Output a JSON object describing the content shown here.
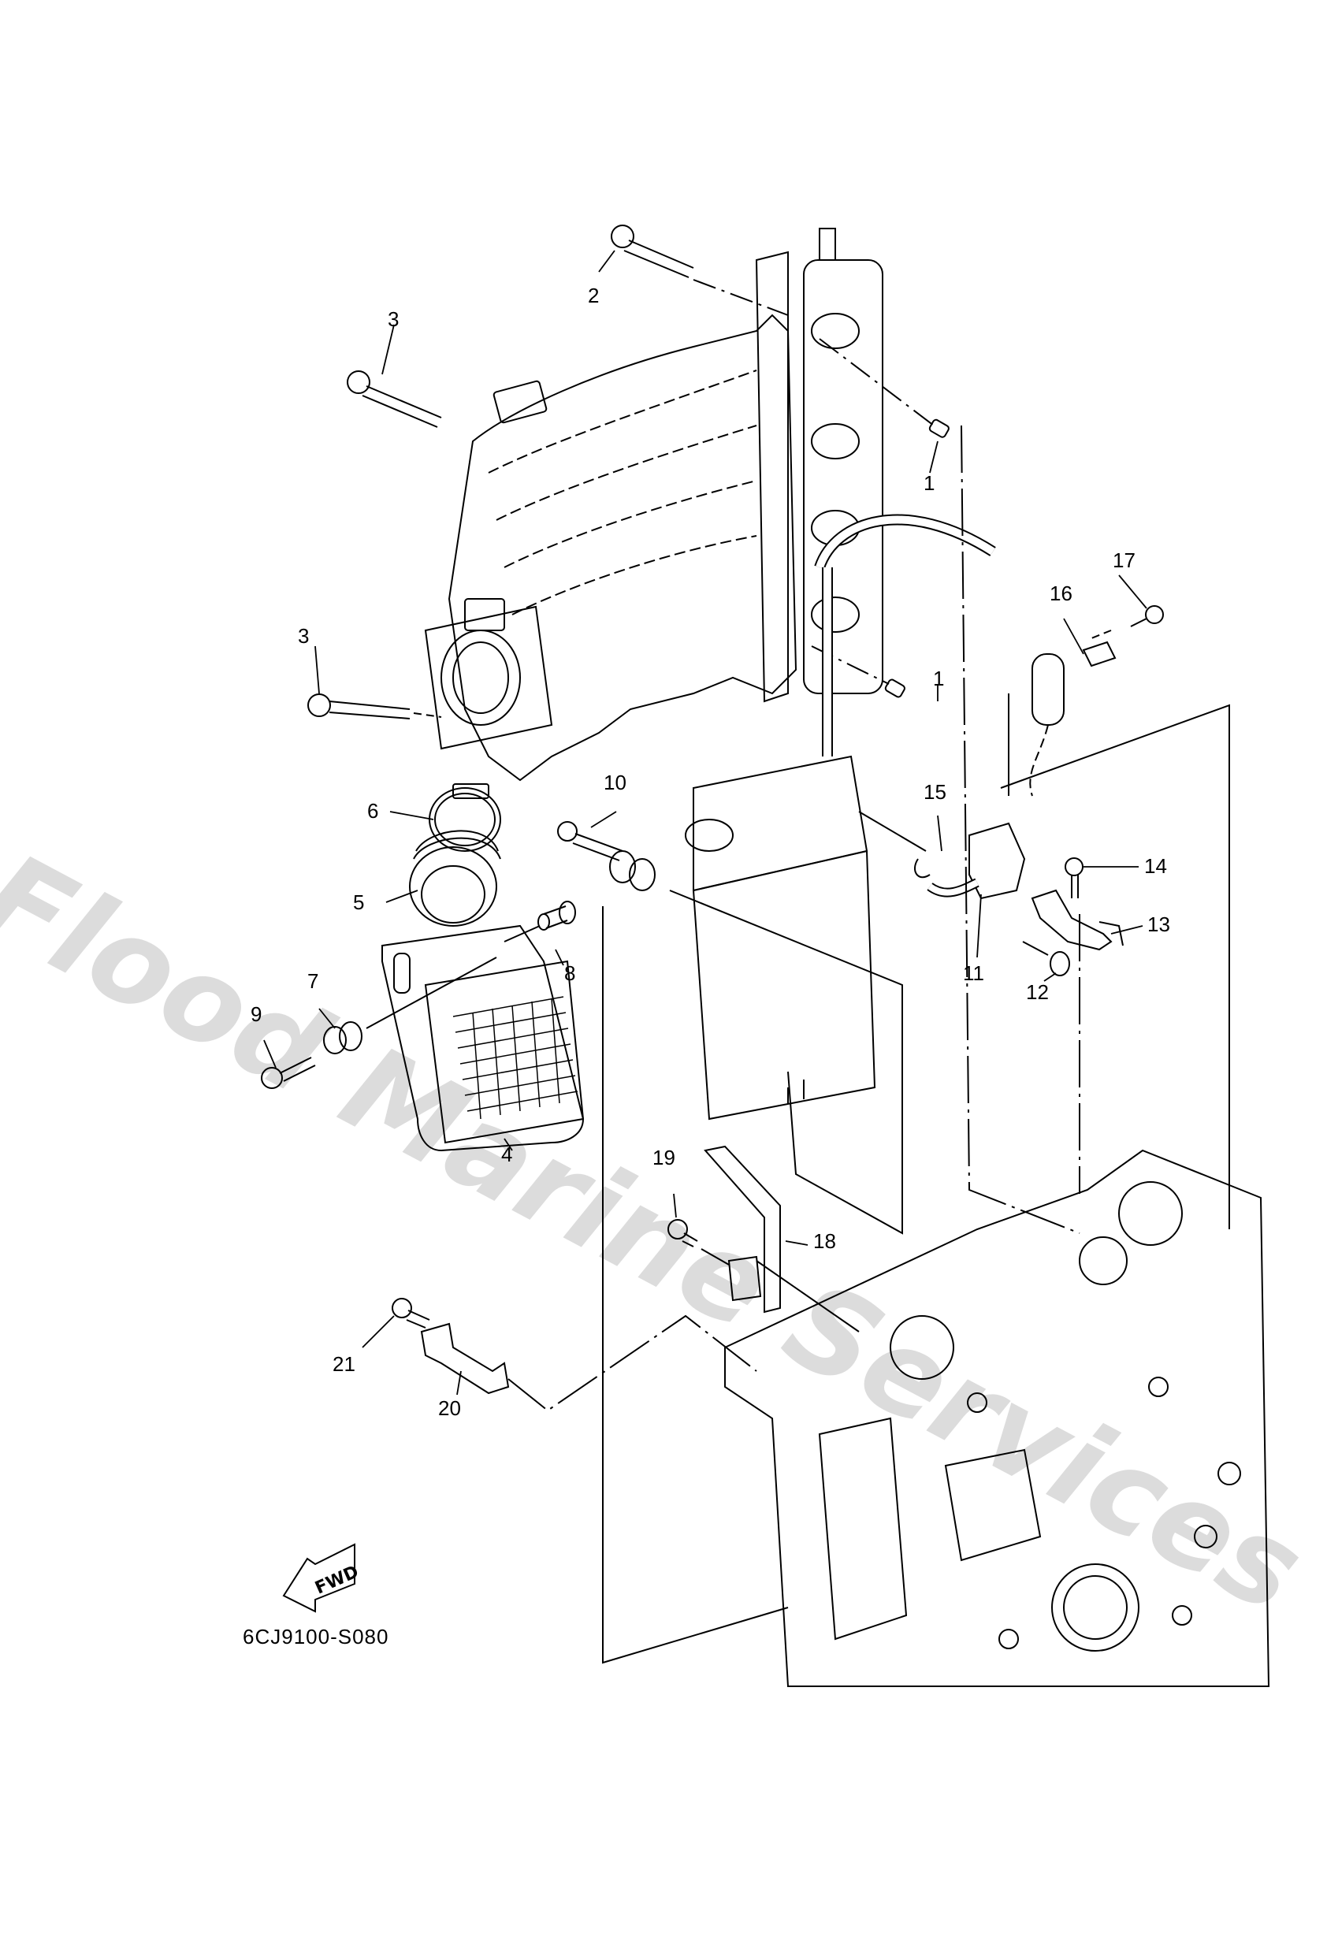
{
  "diagram": {
    "title": "Intake / Vapor Separator Mounting Exploded Parts Diagram",
    "watermark": "Flood Marine Services",
    "drawing_code": "6CJ9100-S080",
    "direction_indicator": "FWD",
    "callouts": [
      {
        "id": "1",
        "label": "1"
      },
      {
        "id": "1b",
        "label": "1"
      },
      {
        "id": "2",
        "label": "2"
      },
      {
        "id": "3",
        "label": "3"
      },
      {
        "id": "3b",
        "label": "3"
      },
      {
        "id": "4",
        "label": "4"
      },
      {
        "id": "5",
        "label": "5"
      },
      {
        "id": "6",
        "label": "6"
      },
      {
        "id": "7",
        "label": "7"
      },
      {
        "id": "8",
        "label": "8"
      },
      {
        "id": "9",
        "label": "9"
      },
      {
        "id": "10",
        "label": "10"
      },
      {
        "id": "11",
        "label": "11"
      },
      {
        "id": "12",
        "label": "12"
      },
      {
        "id": "13",
        "label": "13"
      },
      {
        "id": "14",
        "label": "14"
      },
      {
        "id": "15",
        "label": "15"
      },
      {
        "id": "16",
        "label": "16"
      },
      {
        "id": "17",
        "label": "17"
      },
      {
        "id": "18",
        "label": "18"
      },
      {
        "id": "19",
        "label": "19"
      },
      {
        "id": "20",
        "label": "20"
      },
      {
        "id": "21",
        "label": "21"
      }
    ],
    "colors": {
      "line": "#000000",
      "watermark": "#d9d9d9",
      "background": "#ffffff"
    }
  }
}
